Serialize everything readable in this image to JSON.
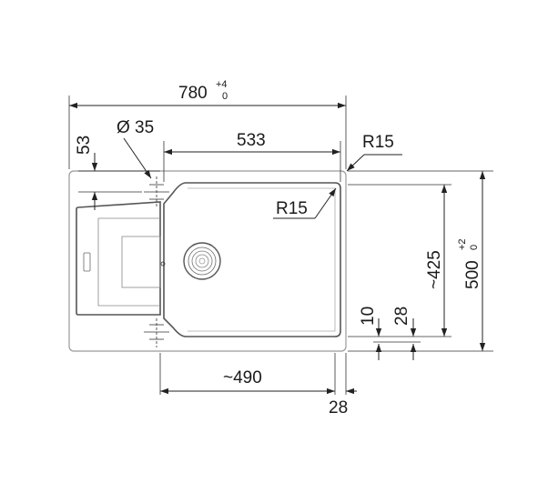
{
  "dimensions": {
    "overall_width": {
      "value": "780",
      "tol_upper": "+4",
      "tol_lower": "0"
    },
    "overall_depth": {
      "value": "500",
      "tol_upper": "+2",
      "tol_lower": "0"
    },
    "bowl_width": "533",
    "bowl_depth": "~425",
    "bowl_bottom_width": "~490",
    "tap_hole_offset": "53",
    "tap_hole_diameter": "Ø 35",
    "corner_radius_outer": "R15",
    "corner_radius_inner": "R15",
    "edge_offset_bottom": "28",
    "bowl_rim_offset": "10",
    "bowl_rim_offset_2": "28"
  }
}
